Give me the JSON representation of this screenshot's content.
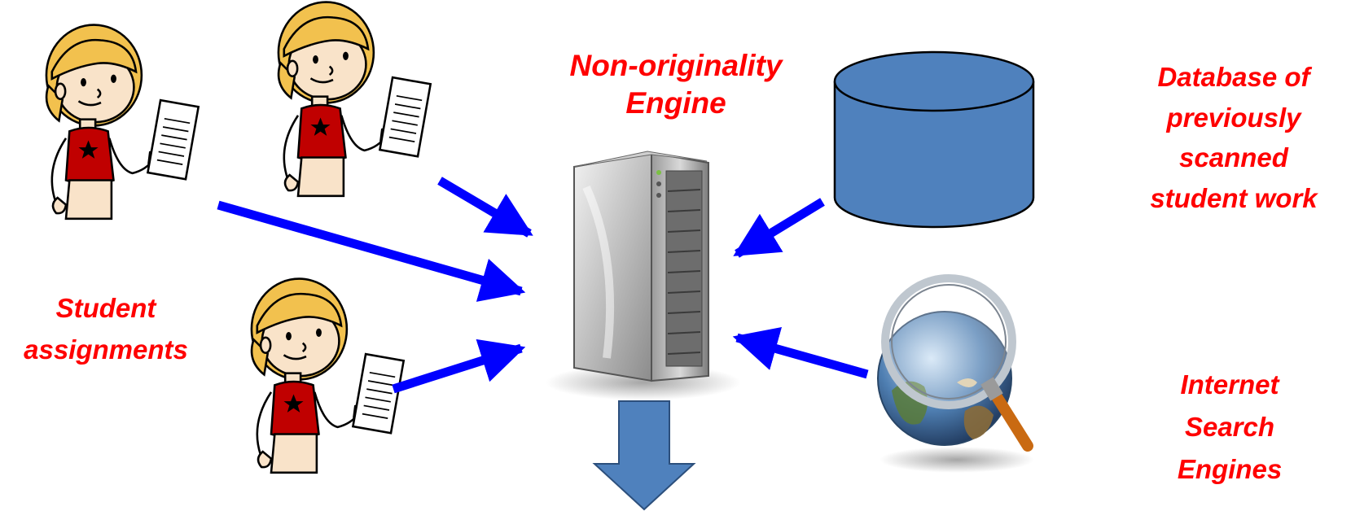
{
  "labels": {
    "engine_title": [
      "Non-originality",
      "Engine"
    ],
    "database": [
      "Database of",
      "previously",
      "scanned",
      "student work"
    ],
    "students": [
      "Student",
      "assignments"
    ],
    "internet": [
      "Internet",
      "Search",
      "Engines"
    ]
  },
  "colors": {
    "label_text": "#ff0000",
    "arrow": "#0000ff",
    "database_fill": "#4f81bd",
    "output_arrow_fill": "#4f81bd"
  },
  "icons": {
    "students": "student-holding-paper-icon",
    "server": "server-tower-icon",
    "database": "database-cylinder-icon",
    "internet": "globe-magnifier-icon"
  }
}
